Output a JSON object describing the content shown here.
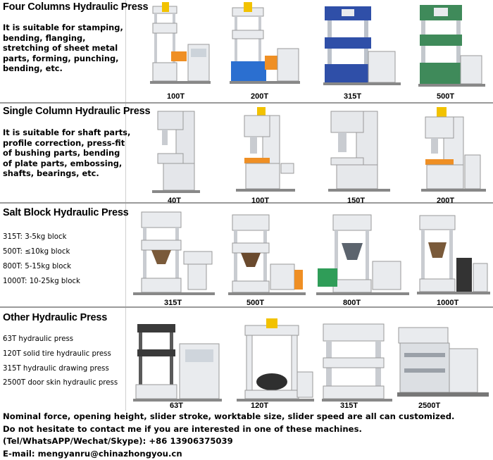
{
  "sections": [
    {
      "title": "Four Columns Hydraulic Press",
      "description_lines": [
        "It is suitable for stamping,",
        "bending, flanging,",
        "stretching of sheet metal",
        "parts, forming, punching,",
        "bending, etc."
      ],
      "captions": [
        "100T",
        "200T",
        "315T",
        "500T"
      ]
    },
    {
      "title": "Single Column Hydraulic Press",
      "description_lines": [
        "It is suitable for shaft parts,",
        "profile correction, press-fit",
        "of bushing parts, bending",
        "of plate parts, embossing,",
        "shafts, bearings, etc."
      ],
      "captions": [
        "40T",
        "100T",
        "150T",
        "200T"
      ]
    },
    {
      "title": "Salt Block Hydraulic Press",
      "specs": [
        "315T: 3-5kg block",
        "500T: ≤10kg block",
        "800T: 5-15kg block",
        "1000T: 10-25kg block"
      ],
      "captions": [
        "315T",
        "500T",
        "800T",
        "1000T"
      ]
    },
    {
      "title": "Other Hydraulic Press",
      "specs": [
        "63T hydraulic press",
        "120T solid tire hydraulic press",
        "315T hydraulic drawing press",
        "2500T door skin hydraulic press"
      ],
      "captions": [
        "63T",
        "120T",
        "315T",
        "2500T"
      ]
    }
  ],
  "footer": {
    "line1": "Nominal force, opening height, slider stroke, worktable size, slider speed are all can customized.",
    "line2": "Do not hesitate to contact me if you are interested in one of these machines.",
    "line3": "(Tel/WhatsAPP/Wechat/Skype): +86 13906375039",
    "line4": "E-mail: mengyanru@chinazhongyou.cn"
  },
  "colors": {
    "frame_white": "#e9ebee",
    "frame_blue": "#2f4fa8",
    "frame_green": "#3f8a5a",
    "cylinder": "#f2c200",
    "panel_orange": "#ef8f24",
    "tank_blue": "#2b6fd0"
  }
}
